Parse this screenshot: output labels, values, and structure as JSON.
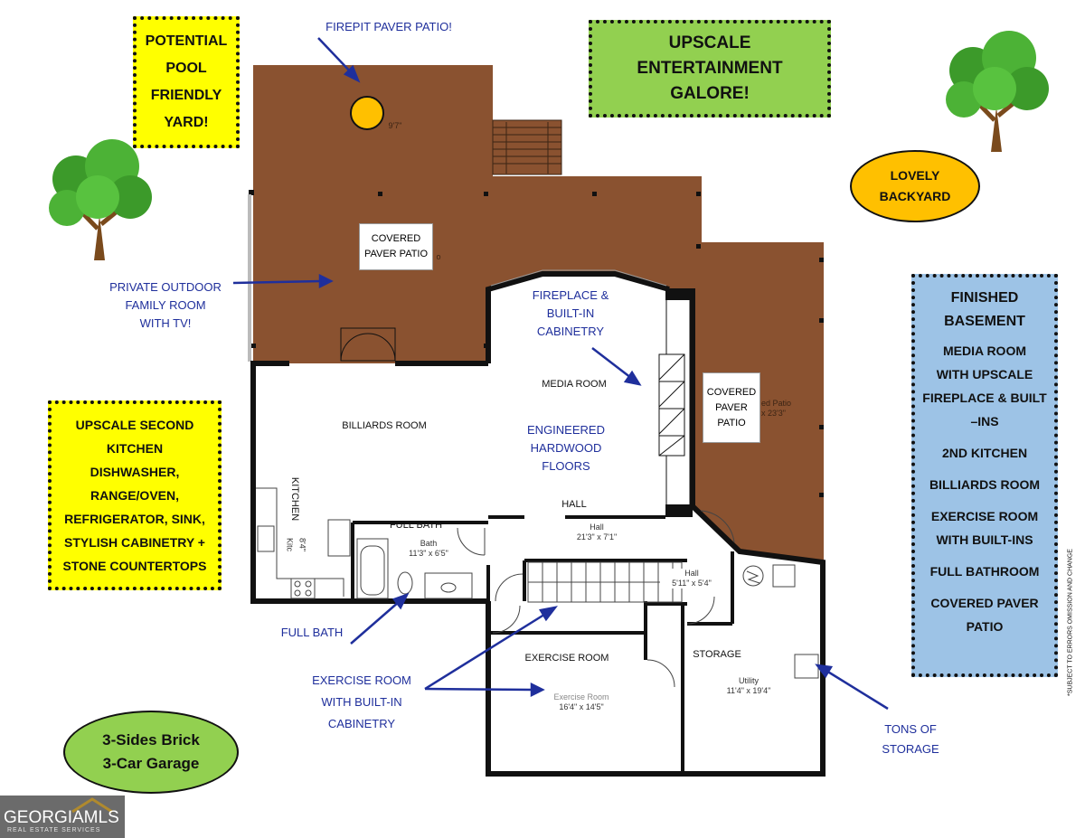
{
  "callouts": {
    "pool": [
      "POTENTIAL",
      "POOL",
      "FRIENDLY",
      "YARD!"
    ],
    "entertainment": [
      "UPSCALE",
      "ENTERTAINMENT",
      "GALORE!"
    ],
    "backyard": [
      "LOVELY",
      "BACKYARD"
    ],
    "kitchen": [
      "UPSCALE SECOND",
      "KITCHEN",
      "DISHWASHER,",
      "RANGE/OVEN,",
      "REFRIGERATOR, SINK,",
      "STYLISH CABINETRY +",
      "STONE COUNTERTOPS"
    ],
    "basement_title": [
      "FINISHED",
      "BASEMENT"
    ],
    "basement_items": [
      "MEDIA ROOM",
      "WITH UPSCALE",
      "FIREPLACE & BUILT",
      "–INS",
      "2ND KITCHEN",
      "BILLIARDS ROOM",
      "EXERCISE ROOM",
      "WITH BUILT-INS",
      "FULL BATHROOM",
      "COVERED PAVER",
      "PATIO"
    ],
    "garage": [
      "3-Sides Brick",
      "3-Car Garage"
    ]
  },
  "annotations": {
    "firepit": "FIREPIT PAVER PATIO!",
    "family_room": [
      "PRIVATE OUTDOOR",
      "FAMILY ROOM",
      "WITH TV!"
    ],
    "fireplace": [
      "FIREPLACE &",
      "BUILT-IN",
      "CABINETRY"
    ],
    "floors": [
      "ENGINEERED",
      "HARDWOOD",
      "FLOORS"
    ],
    "full_bath": "FULL BATH",
    "exercise": [
      "EXERCISE ROOM",
      "WITH BUILT-IN",
      "CABINETRY"
    ],
    "storage": [
      "TONS OF",
      "STORAGE"
    ]
  },
  "rooms": {
    "covered_patio_top": [
      "COVERED",
      "PAVER PATIO"
    ],
    "covered_patio_right": [
      "COVERED",
      "PAVER",
      "PATIO"
    ],
    "billiards": "BILLIARDS ROOM",
    "media": "MEDIA ROOM",
    "kitchen": "KITCHEN",
    "kitc_label": "Kitc",
    "kitc_dim": "8'4\"",
    "full_bath": "FULL BATH",
    "bath_label": "Bath",
    "bath_dim": "11'3\" x 6'5\"",
    "hall_caps": "HALL",
    "hall_label": "Hall",
    "hall_dim": "21'3\" x 7'1\"",
    "hall2_label": "Hall",
    "hall2_dim": "5'11\" x 5'4\"",
    "storage": "STORAGE",
    "utility_label": "Utility",
    "utility_dim": "11'4\" x 19'4\"",
    "exercise": "EXERCISE ROOM",
    "exercise_ghost": "Exercise Room",
    "exercise_dim": "16'4\" x 14'5\"",
    "patio_ghost": "ed Patio",
    "patio_dim": "x 23'3\"",
    "firepit_dim": "9'7\""
  },
  "disclaimer": "*SUBJECT TO ERRORS OMISSION AND CHANGE",
  "logo": {
    "brand": "GEORGIAMLS",
    "tagline": "REAL ESTATE SERVICES"
  },
  "colors": {
    "deck": "#8a5230",
    "yellow": "#ffff00",
    "green": "#92d050",
    "blue": "#9dc3e6",
    "orange": "#ffc000",
    "annotation": "#1f2f9c"
  }
}
